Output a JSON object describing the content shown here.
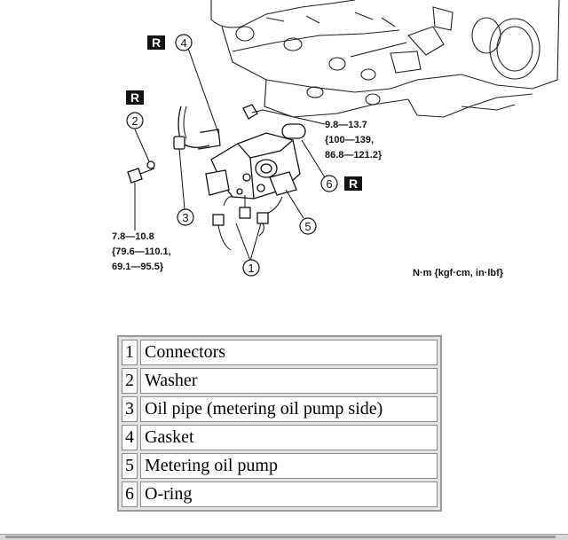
{
  "diagram": {
    "callouts": [
      "1",
      "2",
      "3",
      "4",
      "5",
      "6"
    ],
    "replace_mark": "R",
    "torque_top": [
      "9.8—13.7",
      "{100—139,",
      "86.8—121.2}"
    ],
    "torque_left": [
      "7.8—10.8",
      "{79.6—110.1,",
      "69.1—95.5}"
    ],
    "unit_note": "N·m {kgf·cm, in·lbf}"
  },
  "parts": [
    {
      "num": "1",
      "name": "Connectors"
    },
    {
      "num": "2",
      "name": "Washer"
    },
    {
      "num": "3",
      "name": "Oil pipe (metering oil pump side)"
    },
    {
      "num": "4",
      "name": "Gasket"
    },
    {
      "num": "5",
      "name": "Metering oil pump"
    },
    {
      "num": "6",
      "name": "O-ring"
    }
  ]
}
